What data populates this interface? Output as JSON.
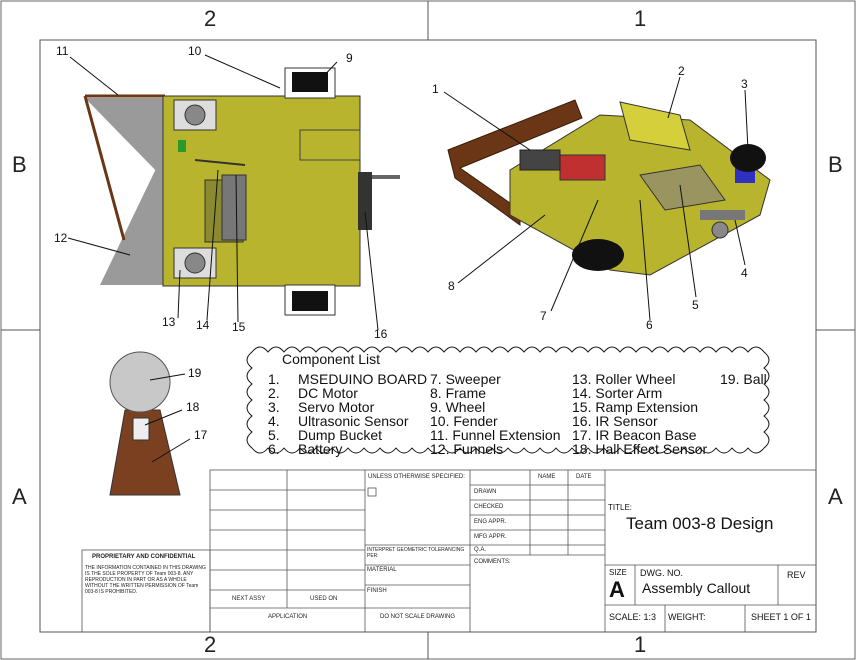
{
  "zones": {
    "top": [
      "2",
      "1"
    ],
    "bottom": [
      "2",
      "1"
    ],
    "left": [
      "B",
      "A"
    ],
    "right": [
      "B",
      "A"
    ]
  },
  "callouts": [
    "1",
    "2",
    "3",
    "4",
    "5",
    "6",
    "7",
    "8",
    "9",
    "10",
    "11",
    "12",
    "13",
    "14",
    "15",
    "16",
    "17",
    "18",
    "19"
  ],
  "component_list": {
    "title": "Component List",
    "col1": [
      "1.",
      "2.",
      "3.",
      "4.",
      "5.",
      "6."
    ],
    "col1b": [
      "MSEDUINO BOARD",
      "DC Motor",
      "Servo Motor",
      "Ultrasonic Sensor",
      "Dump Bucket",
      "Battery"
    ],
    "col2": [
      "7. Sweeper",
      "8. Frame",
      "9. Wheel",
      "10. Fender",
      "11. Funnel Extension",
      "12. Funnels"
    ],
    "col3": [
      "13. Roller Wheel",
      "14. Sorter Arm",
      "15. Ramp Extension",
      "16. IR Sensor",
      "17. IR Beacon Base",
      "18. Hall Effect Sensor"
    ],
    "col4": [
      "19. Ball"
    ]
  },
  "title_block": {
    "unless": "UNLESS OTHERWISE SPECIFIED:",
    "name": "NAME",
    "date": "DATE",
    "drawn": "DRAWN",
    "checked": "CHECKED",
    "eng_appr": "ENG APPR.",
    "mfg_appr": "MFG APPR.",
    "qa": "Q.A.",
    "comments": "COMMENTS:",
    "title_label": "TITLE:",
    "title": "Team 003-8 Design",
    "interpret": "INTERPRET GEOMETRIC TOLERANCING PER:",
    "material": "MATERIAL",
    "finish": "FINISH",
    "do_not_scale": "DO NOT SCALE DRAWING",
    "next_assy": "NEXT ASSY",
    "used_on": "USED ON",
    "application": "APPLICATION",
    "size_label": "SIZE",
    "size": "A",
    "dwg_no_label": "DWG.  NO.",
    "dwg_no": "Assembly Callout",
    "rev_label": "REV",
    "scale": "SCALE: 1:3",
    "weight": "WEIGHT:",
    "sheet": "SHEET 1 OF 1",
    "proprietary_title": "PROPRIETARY AND CONFIDENTIAL",
    "proprietary_text": "THE INFORMATION CONTAINED IN THIS DRAWING IS THE SOLE PROPERTY OF Team 003-8.  ANY REPRODUCTION IN PART OR AS A WHOLE WITHOUT THE WRITTEN PERMISSION OF Team 003-8 IS PROHIBITED."
  },
  "colors": {
    "frame": "#b8b42e",
    "frame_dark": "#8a861c",
    "fender": "#6b3616",
    "funnel": "#8c8c8c",
    "base": "#7a4020",
    "ball": "#c8c8c8"
  }
}
